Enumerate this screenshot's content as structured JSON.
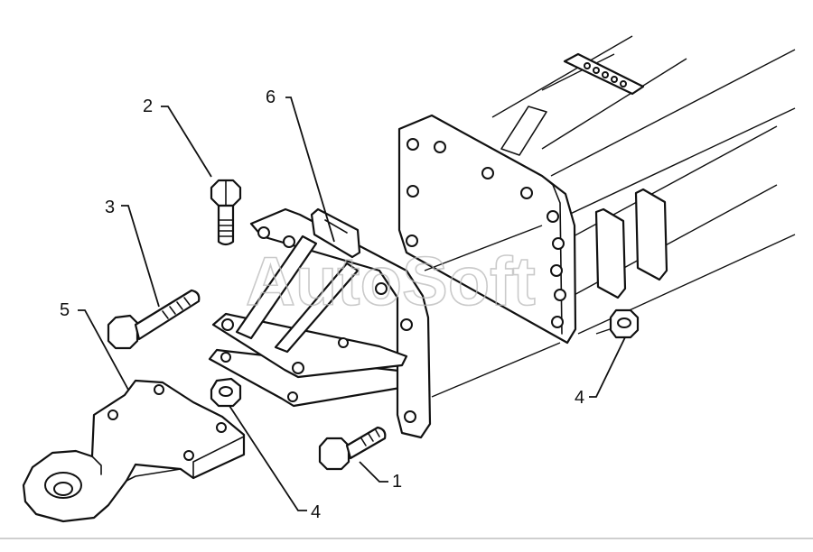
{
  "watermark": "AutoSoft",
  "callouts": [
    {
      "id": "c2",
      "label": "2"
    },
    {
      "id": "c3",
      "label": "3"
    },
    {
      "id": "c5",
      "label": "5"
    },
    {
      "id": "c6",
      "label": "6"
    },
    {
      "id": "c4a",
      "label": "4"
    },
    {
      "id": "c4b",
      "label": "4"
    },
    {
      "id": "c1",
      "label": "1"
    }
  ],
  "colors": {
    "line": "#111111",
    "background": "#ffffff",
    "watermark": "#b9b9b9"
  }
}
